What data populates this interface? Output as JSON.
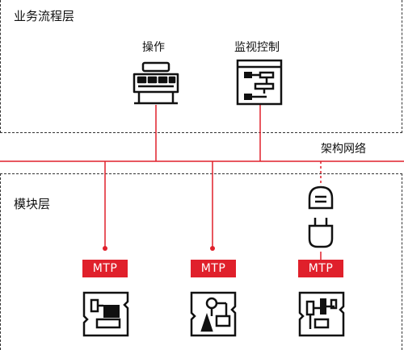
{
  "layers": {
    "process": {
      "title": "业务流程层"
    },
    "module": {
      "title": "模块层"
    }
  },
  "nodes": {
    "operation": {
      "label": "操作",
      "icon": "operator-panel-icon"
    },
    "monitoring": {
      "label": "监视控制",
      "icon": "monitor-flowchart-icon"
    }
  },
  "network": {
    "label": "架构网络"
  },
  "modules": [
    {
      "badge": "MTP",
      "icon": "module-flow-icon"
    },
    {
      "badge": "MTP",
      "icon": "module-valve-icon"
    },
    {
      "badge": "MTP",
      "icon": "module-piping-icon"
    }
  ],
  "colors": {
    "accent": "#e0202b",
    "ink": "#111111",
    "border": "#333333"
  }
}
